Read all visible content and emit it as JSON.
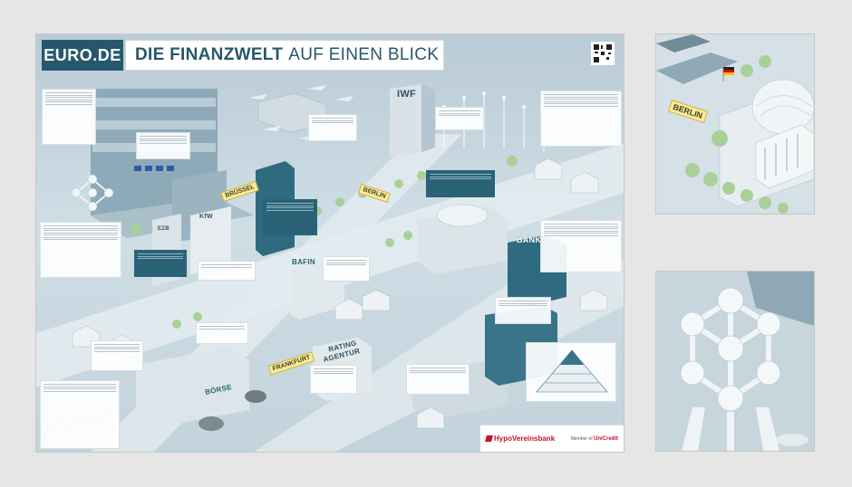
{
  "poster": {
    "logo": "EURO.DE",
    "title_bold": "DIE FINANZWELT",
    "title_rest": "AUF EINEN BLICK",
    "signs": {
      "bruessel": "BRÜSSEL",
      "berlin": "BERLIN",
      "frankfurt": "FRANKFURT"
    },
    "buildings": {
      "iwf": "IWF",
      "kfw": "KfW",
      "ezb": "EZB",
      "bafin": "BAFIN",
      "bank": "BANK",
      "rating": "RATING",
      "agentur": "AGENTUR",
      "boerse": "BÖRSE"
    },
    "sponsor": {
      "brand": "HypoVereinsbank",
      "member_prefix": "Member of",
      "member_brand": "UniCredit"
    }
  },
  "detail_panels": {
    "berlin_sign": "BERLIN"
  },
  "colors": {
    "brand_teal": "#26586b",
    "sign_yellow": "#f7ea9a",
    "sponsor_red": "#c8102e"
  }
}
